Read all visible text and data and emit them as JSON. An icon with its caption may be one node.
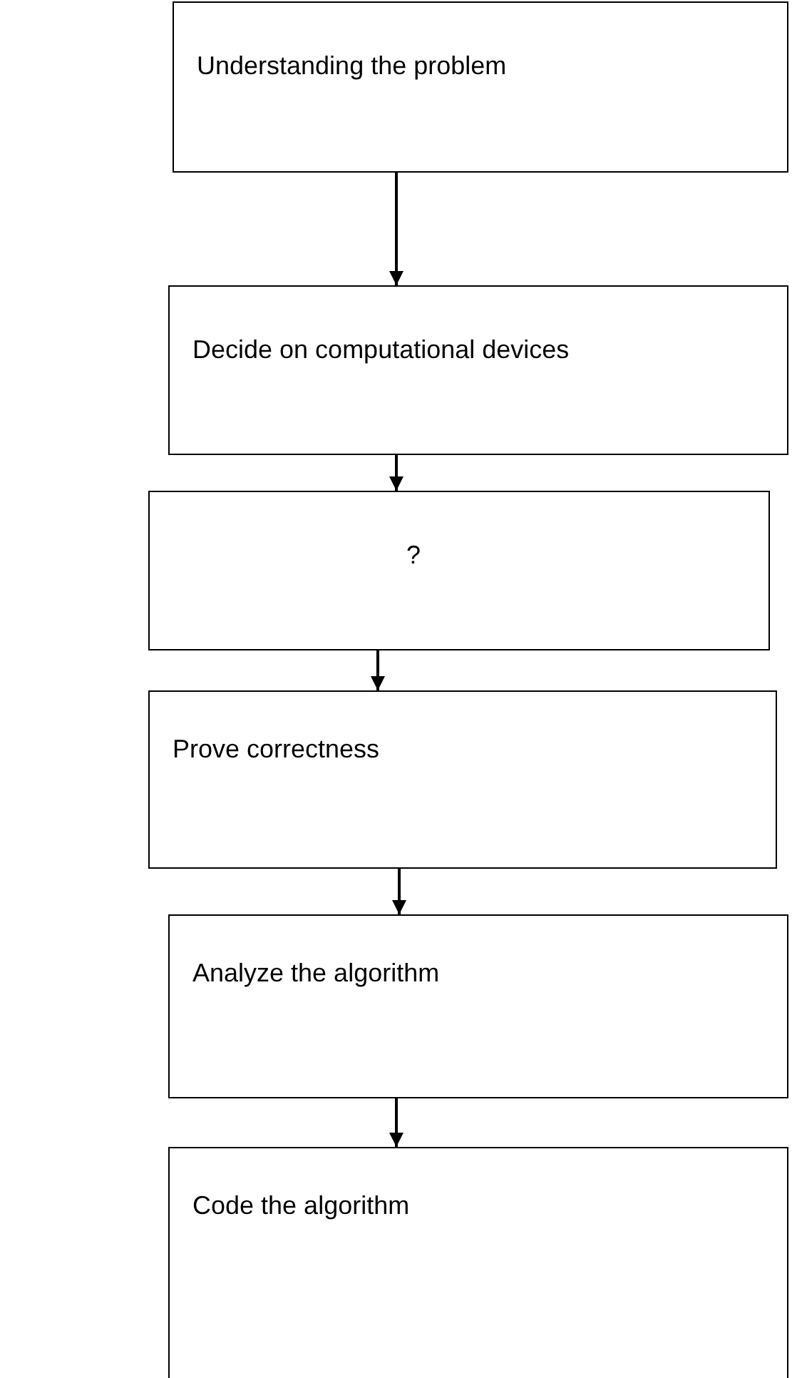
{
  "diagram": {
    "nodes": [
      {
        "text": [
          "Understanding the problem"
        ]
      },
      {
        "text": [
          "Decide on computational devices"
        ]
      },
      {
        "text": [
          "?"
        ]
      },
      {
        "text": [
          "Prove correctness"
        ]
      },
      {
        "text": [
          "Analyze the algorithm"
        ]
      },
      {
        "text": [
          "Code the algorithm"
        ]
      }
    ],
    "edges": [
      {
        "from": 0,
        "to": 1,
        "arrow": "to"
      },
      {
        "from": 1,
        "to": 2,
        "arrow": "to"
      },
      {
        "from": 2,
        "to": 3,
        "arrow": "to"
      },
      {
        "from": 3,
        "to": 4,
        "arrow": "to"
      },
      {
        "from": 4,
        "to": 5,
        "arrow": "to"
      }
    ]
  }
}
